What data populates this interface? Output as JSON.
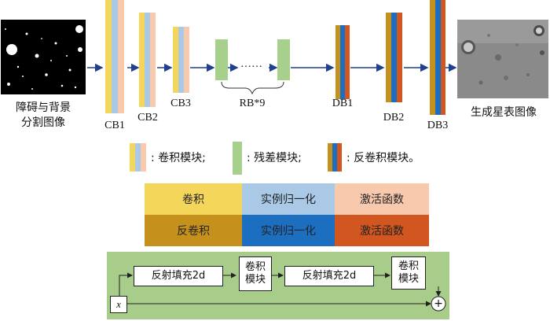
{
  "labels": {
    "input_line1": "障碍与背景",
    "input_line2": "分割图像",
    "cb1": "CB1",
    "cb2": "CB2",
    "cb3": "CB3",
    "rb": "RB*9",
    "dots": "……",
    "db1": "DB1",
    "db2": "DB2",
    "db3": "DB3",
    "output": "生成星表图像"
  },
  "legend": {
    "conv_block": ": 卷积模块;",
    "res_block": ": 残差模块;",
    "deconv_block": ": 反卷积模块。"
  },
  "table": {
    "row1": [
      "卷积",
      "实例归一化",
      "激活函数"
    ],
    "row2": [
      "反卷积",
      "实例归一化",
      "激活函数"
    ]
  },
  "residual": {
    "pad1": "反射填充2d",
    "conv1_l1": "卷积",
    "conv1_l2": "模块",
    "pad2": "反射填充2d",
    "conv2_l1": "卷积",
    "conv2_l2": "模块",
    "input": "x",
    "plus": "+"
  },
  "colors": {
    "conv_yellow": "#f4d65b",
    "norm_blue": "#a9c9e6",
    "act_peach": "#f9c9ae",
    "res_green": "#a8d08d",
    "deconv_gold": "#c5901c",
    "deconv_blue": "#1c6fc0",
    "deconv_orange": "#d1561f",
    "arrow_navy": "#1f3f8f"
  }
}
